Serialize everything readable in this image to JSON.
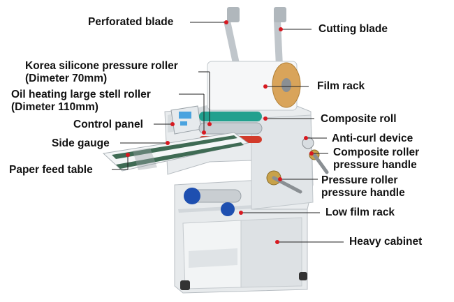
{
  "labels": {
    "perforated_blade": "Perforated blade",
    "cutting_blade": "Cutting blade",
    "korea_roller_line1": "Korea silicone pressure roller",
    "korea_roller_line2": "(Dimeter 70mm)",
    "film_rack": "Film rack",
    "oil_roller_line1": "Oil heating large stell roller",
    "oil_roller_line2": "(Dimeter 110mm)",
    "control_panel": "Control panel",
    "composite_roll": "Composite roll",
    "anti_curl_device": "Anti-curl device",
    "side_gauge": "Side gauge",
    "composite_handle_line1": "Composite roller",
    "composite_handle_line2": "pressure handle",
    "paper_feed_table": "Paper feed table",
    "pressure_handle_line1": "Pressure roller",
    "pressure_handle_line2": "pressure handle",
    "low_film_rack": "Low film rack",
    "heavy_cabinet": "Heavy cabinet"
  },
  "colors": {
    "leader_line": "#222222",
    "marker_dot": "#d71920",
    "machine_body": "#e8ebed",
    "machine_shadow": "#c9ced2",
    "roller_teal": "#22a08e",
    "roller_red": "#d23a2a",
    "feed_table": "#3f6b54",
    "control_panel": "#4aa3df",
    "knob_blue": "#1e4fb0",
    "brass": "#c8a24a"
  }
}
